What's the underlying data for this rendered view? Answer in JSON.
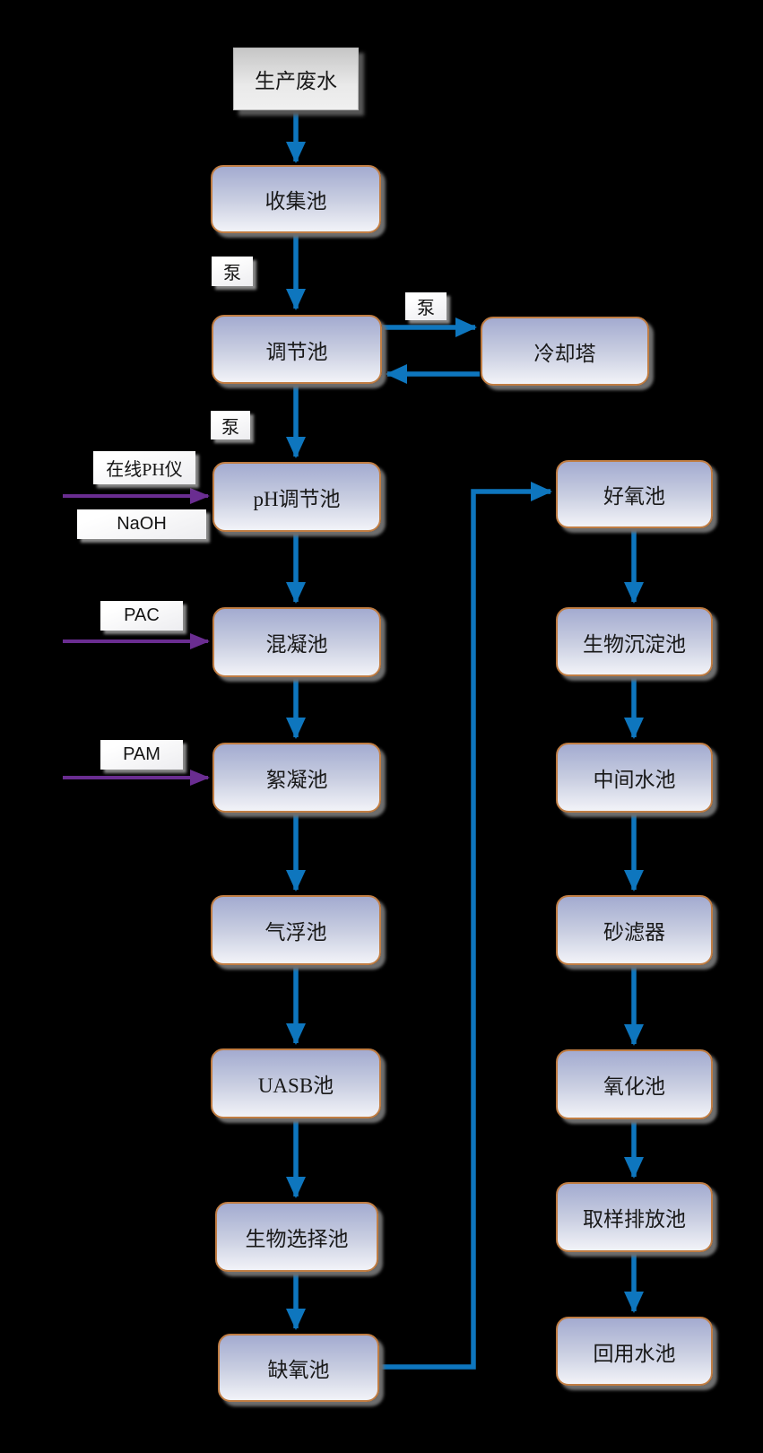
{
  "colors": {
    "flow_arrow_blue": "#0e76be",
    "chemical_arrow_purple": "#6a2d91",
    "node_border_orange": "#c07d43",
    "node_fill_top": "#a3abd0",
    "node_fill_bottom": "#f2f3f8",
    "source_fill_top": "#c6c6c6",
    "source_fill_bottom": "#f0f0f0",
    "background": "#000000"
  },
  "nodes": {
    "source": {
      "label": "生产废水"
    },
    "collection": {
      "label": "收集池"
    },
    "regulation": {
      "label": "调节池"
    },
    "cooling_tower": {
      "label": "冷却塔"
    },
    "ph_regulation": {
      "label": "pH调节池"
    },
    "coagulation": {
      "label": "混凝池"
    },
    "flocculation": {
      "label": "絮凝池"
    },
    "air_flotation": {
      "label": "气浮池"
    },
    "uasb": {
      "label": "UASB池"
    },
    "bio_selection": {
      "label": "生物选择池"
    },
    "anoxic": {
      "label": "缺氧池"
    },
    "aerobic": {
      "label": "好氧池"
    },
    "bio_sedimentation": {
      "label": "生物沉淀池"
    },
    "intermediate_pool": {
      "label": "中间水池"
    },
    "sand_filter": {
      "label": "砂滤器"
    },
    "oxidation": {
      "label": "氧化池"
    },
    "sampling_discharge": {
      "label": "取样排放池"
    },
    "reuse_pool": {
      "label": "回用水池"
    }
  },
  "tags": {
    "pump1": {
      "label": "泵"
    },
    "pump2": {
      "label": "泵"
    },
    "pump3": {
      "label": "泵"
    },
    "online_ph_meter": {
      "label": "在线PH仪"
    },
    "naoh": {
      "label": "NaOH"
    },
    "pac": {
      "label": "PAC"
    },
    "pam": {
      "label": "PAM"
    }
  }
}
